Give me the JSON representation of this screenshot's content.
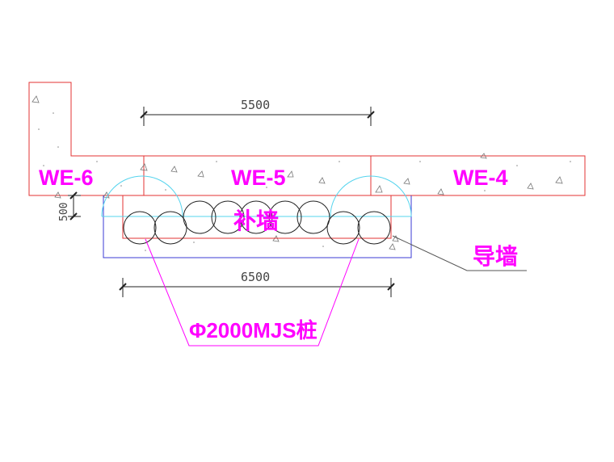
{
  "panels": {
    "left": "WE-6",
    "middle": "WE-5",
    "right": "WE-4"
  },
  "dimensions": {
    "top_span": "5500",
    "bottom_span": "6500",
    "offset": "500"
  },
  "labels": {
    "patch_wall": "补墙",
    "guide_wall": "导墙",
    "pile": "Φ2000MJS桩"
  },
  "colors": {
    "wall_outline": "#e33333",
    "guide_wall": "#3b3bd6",
    "arc": "#55d4ee",
    "pile_circle": "#222222",
    "magenta": "#ff00ff",
    "dimension": "#222222",
    "leader": "#555555"
  }
}
